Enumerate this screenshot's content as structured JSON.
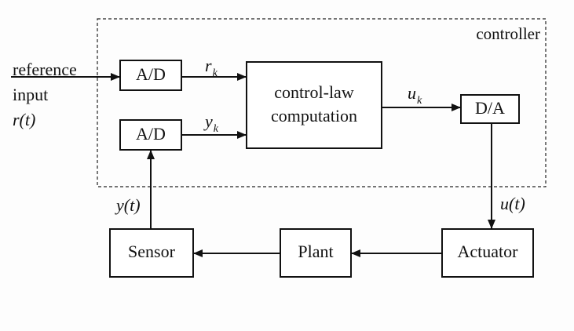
{
  "controller_label": "controller",
  "blocks": {
    "ad_top": "A/D",
    "ad_bottom": "A/D",
    "control_law_line1": "control-law",
    "control_law_line2": "computation",
    "da": "D/A",
    "sensor": "Sensor",
    "plant": "Plant",
    "actuator": "Actuator"
  },
  "signals": {
    "reference_line1": "reference",
    "reference_line2": "input",
    "reference_line3": "r(t)",
    "r_k": {
      "base": "r",
      "sub": "k"
    },
    "y_k": {
      "base": "y",
      "sub": "k"
    },
    "u_k": {
      "base": "u",
      "sub": "k"
    },
    "u_t": "u(t)",
    "y_t": "y(t)"
  },
  "colors": {
    "ink": "#111111",
    "background": "#fdfdfd"
  }
}
